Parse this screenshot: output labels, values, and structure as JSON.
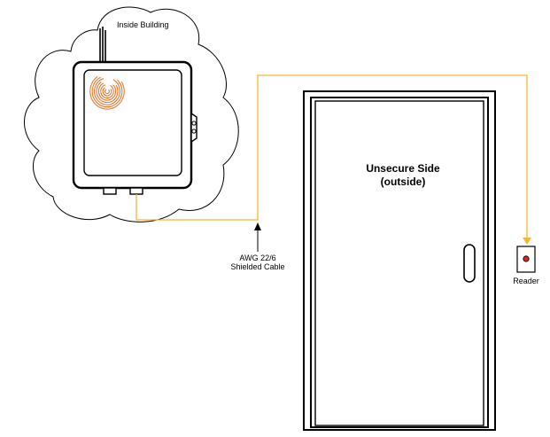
{
  "labels": {
    "inside_building": "Inside Building",
    "unsecure_side_line1": "Unsecure Side",
    "unsecure_side_line2": "(outside)",
    "cable_line1": "AWG 22/6",
    "cable_line2": "Shielded Cable",
    "reader": "Reader"
  },
  "colors": {
    "cable": "#f5b731",
    "fingerprint": "#e8772e",
    "reader_led": "#d7262a",
    "outline": "#000000"
  },
  "icons": {
    "controller": "controller-box-icon",
    "fingerprint": "fingerprint-icon",
    "reader": "card-reader-icon",
    "door": "door-icon"
  }
}
